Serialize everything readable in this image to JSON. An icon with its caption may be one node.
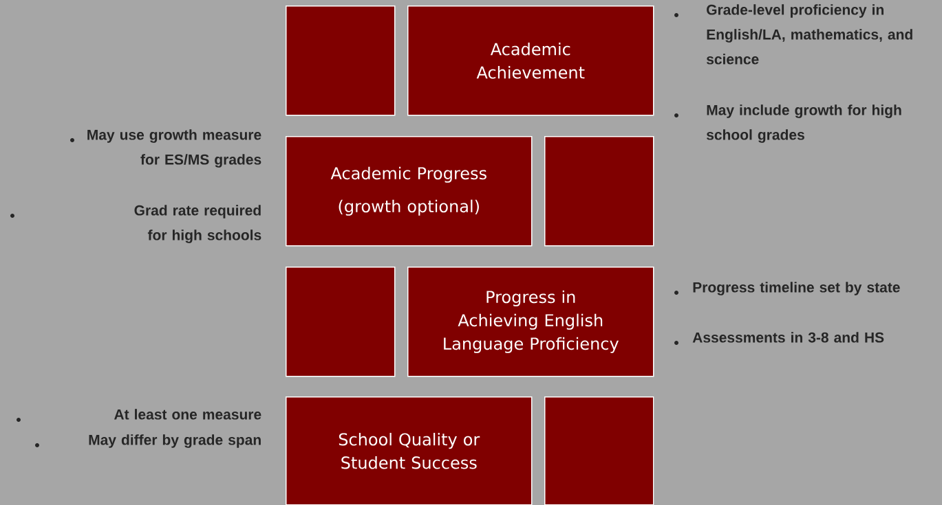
{
  "diagram": {
    "nodes": [
      {
        "text": [],
        "shape": "box"
      },
      {
        "text": [
          "Academic Achievement"
        ],
        "beside": [
          "Grade-level proficiency in English/LA, mathematics, and science",
          "May include growth for high school grades"
        ]
      },
      {
        "text": [
          "Academic Progress",
          "(growth optional)"
        ],
        "beside": [
          "May use growth measure for ES/MS grades",
          "Grad rate required for high schools"
        ]
      },
      {
        "text": [],
        "shape": "box"
      },
      {
        "text": [],
        "shape": "box"
      },
      {
        "text": [
          "Progress in Achieving English Language Proficiency"
        ],
        "beside": [
          "Progress timeline set by state",
          "Assessments in 3-8 and HS"
        ]
      },
      {
        "text": [
          "School Quality or Student Success"
        ],
        "beside": [
          "At least one measure",
          "May differ by grade span"
        ]
      },
      {
        "text": [],
        "shape": "box"
      }
    ]
  }
}
